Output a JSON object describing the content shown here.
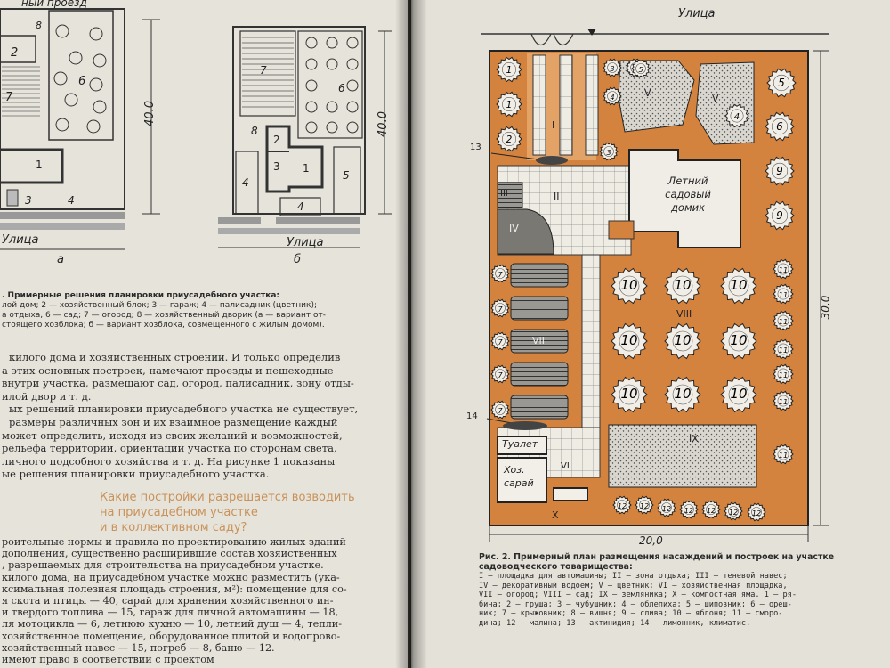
{
  "left_page": {
    "top_fragment": "ный проезд",
    "fig_a": {
      "zone_labels": [
        "8",
        "2",
        "7",
        "6",
        "1",
        "3",
        "4"
      ],
      "dimension": "40.0",
      "street_label": "Улица",
      "variant_label": "а"
    },
    "fig_b": {
      "zone_labels": [
        "7",
        "6",
        "8",
        "2",
        "3",
        "1",
        "4",
        "5",
        "4"
      ],
      "dimension": "40.0",
      "street_label": "Улица",
      "variant_label": "б"
    },
    "caption": {
      "title": ". Примерные решения планировки приусадебного участка:",
      "lines": [
        "лой дом; 2 — хозяйственный блок; 3 — гараж; 4 — палисадник (цветник);",
        "а отдыха, 6 — сад; 7 — огород; 8 — хозяйственный дворик (а — вариант от-",
        "стоящего хозблока; б — вариант хозблока, совмещенного с жилым домом)."
      ]
    },
    "paragraphs": [
      [
        "килого дома и хозяйственных строений. И только определив",
        "а этих основных построек, намечают проезды и пешеходные",
        "внутри участка, размещают сад, огород, палисадник, зону отды-",
        "илой двор и т. д."
      ],
      [
        "ых решений планировки приусадебного участка не существует,",
        "размеры различных зон и их взаимное размещение каждый",
        "может определить, исходя из своих желаний и возможностей,",
        "рельефа территории, ориентации участка по сторонам света,",
        "личного подсобного хозяйства и т. д. На рисунке 1 показаны",
        "ые решения планировки приусадебного участка."
      ]
    ],
    "section_heading": [
      "Какие постройки разрешается возводить",
      "на приусадебном участке",
      "и в коллективном саду?"
    ],
    "paragraphs2": [
      "роительные нормы и правила по проектированию жилых зданий",
      "дополнения, существенно расширившие состав хозяйственных",
      ", разрешаемых для строительства на приусадебном участке.",
      "килого дома, на приусадебном участке можно разместить (ука-",
      "ксимальная полезная площадь строения, м²): помещение для со-",
      "я скота и птицы — 40, сарай для хранения хозяйственного ин-",
      "и твердого топлива — 15, гараж для личной автомашины — 18,",
      "ля мотоцикла — 6, летнюю кухню — 10, летний душ — 4, тепли-",
      "хозяйственное помещение, оборудованное плитой и водопрово-",
      "хозяйственный навес — 15, погреб — 8, баню — 12.",
      "                     имеют право в соответствии с проектом"
    ]
  },
  "right_page": {
    "street_label": "Улица",
    "width_dimension": "20,0",
    "height_dimension": "30,0",
    "zone_roman": {
      "I": "I",
      "II": "II",
      "III": "III",
      "IV": "IV",
      "V": "V",
      "VI": "VI",
      "VII": "VII",
      "VIII": "VIII",
      "IX": "IX",
      "X": "X"
    },
    "callouts": [
      "13",
      "14"
    ],
    "house_label": [
      "Летний",
      "садовый",
      "домик"
    ],
    "toilet_label": "Туалет",
    "shed_label": [
      "Хоз.",
      "сарай"
    ],
    "plant_numbers": {
      "left_trees": [
        "1",
        "1",
        "2"
      ],
      "top_small": [
        "3",
        "4",
        "4",
        "3"
      ],
      "right_col": [
        "5",
        "6",
        "9",
        "9",
        "11",
        "11",
        "11",
        "11",
        "11",
        "11",
        "11"
      ],
      "apple_trees": [
        "10",
        "10",
        "10",
        "10",
        "10",
        "10",
        "10",
        "10",
        "10"
      ],
      "left_col": [
        "7",
        "7",
        "7",
        "7",
        "7"
      ],
      "bottom_row": [
        "12",
        "12",
        "12",
        "12",
        "12",
        "12",
        "12"
      ],
      "pear_in_v": [
        "5",
        "4"
      ]
    },
    "figure_caption": {
      "title": "Рис. 2. Примерный план размещения насаждений и построек на участке садоводческого товарищества:",
      "lines": [
        "I — площадка для автомашины; II — зона отдыха; III — теневой навес;",
        "IV — декоративный водоем; V — цветник; VI — хозяйственная площадка,",
        "VII — огород; VIII — сад; IX — земляника; X — компостная яма. 1 — ря-",
        "бина; 2 — груша; 3 — чубушник; 4 — облепиха; 5 — шиповник; 6 — ореш-",
        "ник; 7 — крыжовник; 8 — вишня; 9 — слива; 10 — яблоня; 11 — сморо-",
        "дина; 12 — малина; 13 — актинидия; 14 — лимонник, климатис."
      ]
    }
  },
  "colors": {
    "plot_orange": "#d4833f",
    "paper": "#e6e3da",
    "ink": "#2a2a2a",
    "heading_orange": "#c9925a"
  }
}
